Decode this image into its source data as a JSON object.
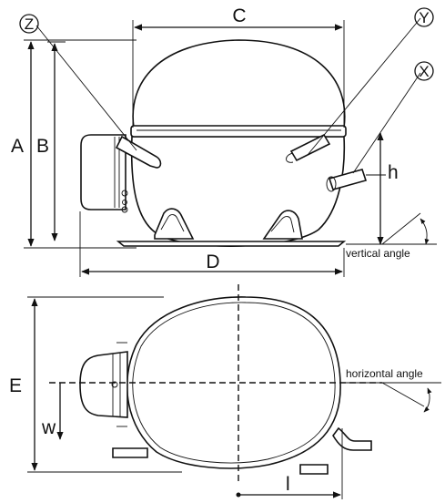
{
  "labels": {
    "A": "A",
    "B": "B",
    "C": "C",
    "D": "D",
    "E": "E",
    "h": "h",
    "w": "w",
    "l": "l",
    "X": "X",
    "Y": "Y",
    "Z": "Z",
    "vertical_angle": "vertical angle",
    "horizontal_angle": "horizontal angle"
  }
}
